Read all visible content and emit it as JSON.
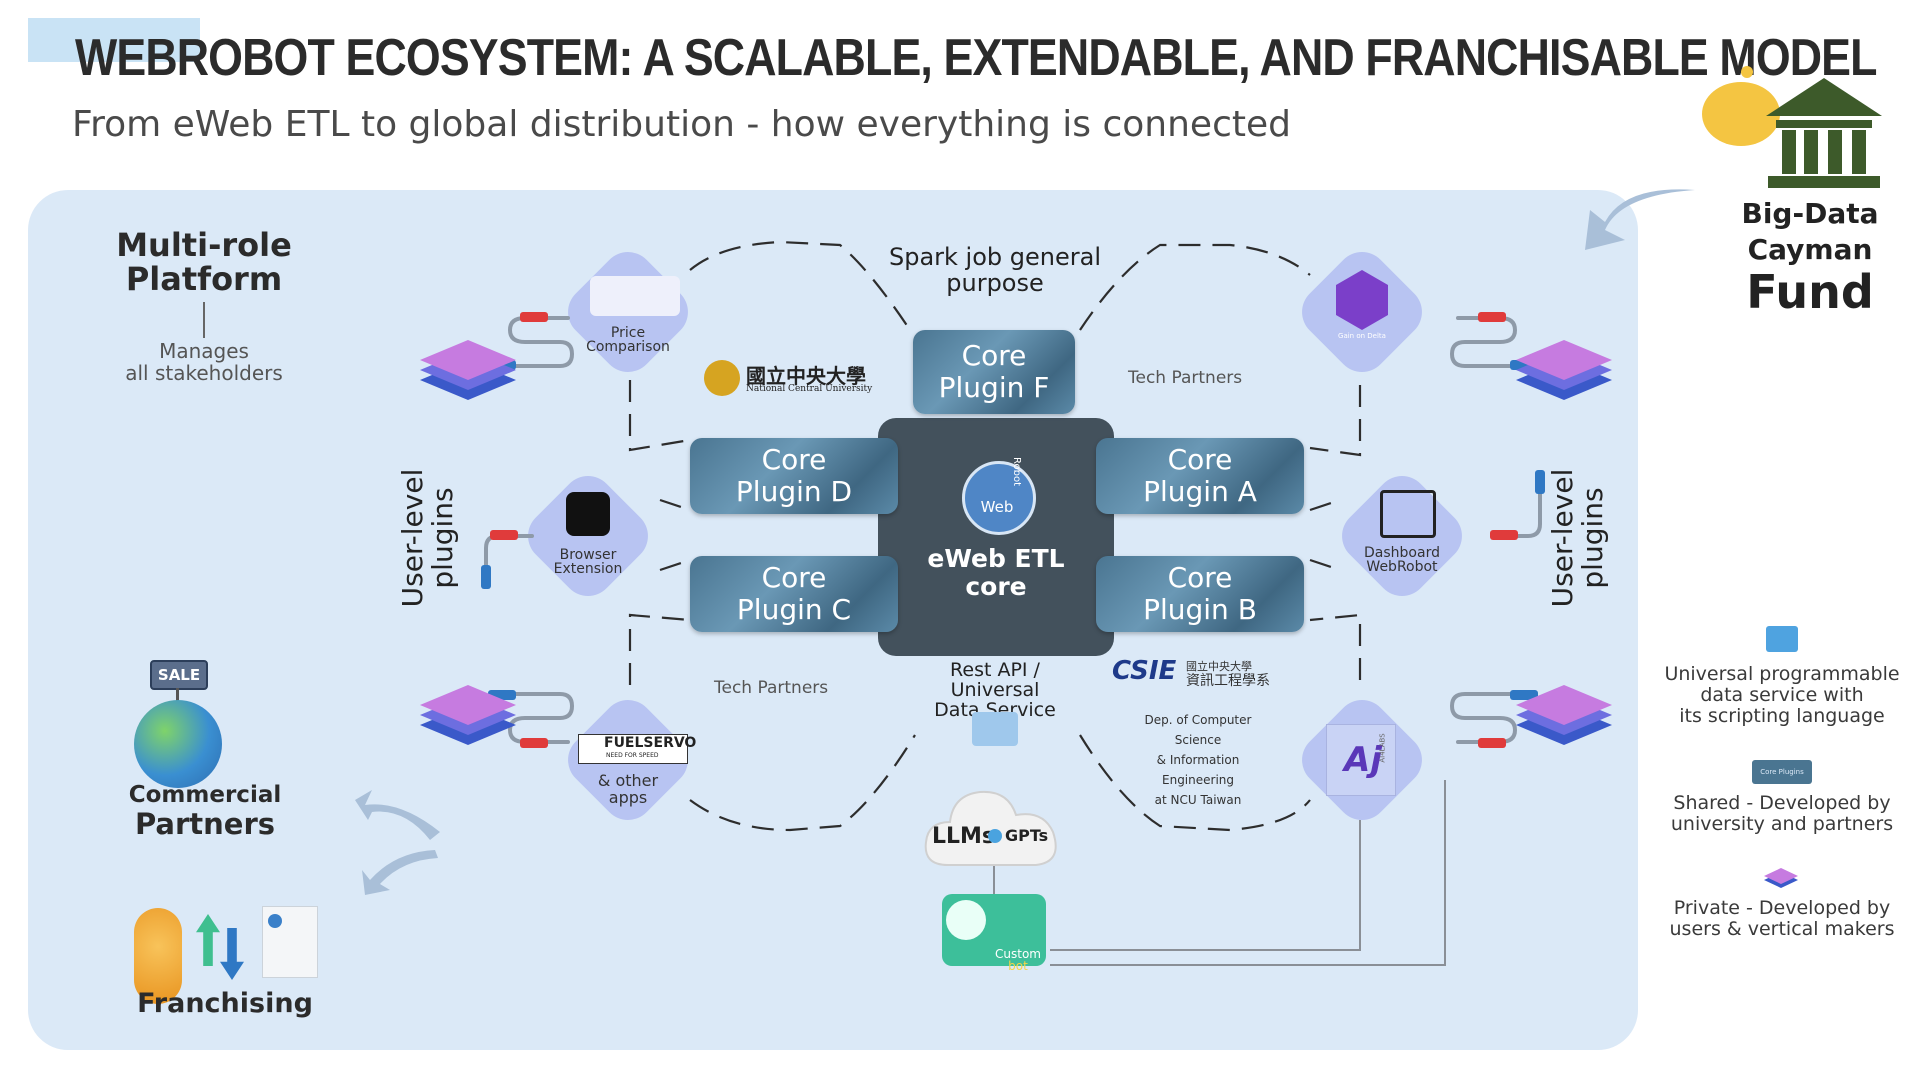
{
  "header": {
    "title": "WEBROBOT ECOSYSTEM: A SCALABLE, EXTENDABLE, AND FRANCHISABLE MODEL",
    "subtitle": "From eWeb ETL to global distribution - how everything is connected"
  },
  "fund": {
    "line1": "Big-Data",
    "line2": "Cayman",
    "line3": "Fund"
  },
  "platform": {
    "title_line1": "Multi-role",
    "title_line2": "Platform",
    "desc_line1": "Manages",
    "desc_line2": "all stakeholders"
  },
  "core": {
    "logo_text": "Web",
    "logo_sub": "Robot",
    "label_line1": "eWeb ETL",
    "label_line2": "core",
    "spark_line1": "Spark job general",
    "spark_line2": "purpose",
    "rest_line1": "Rest API /",
    "rest_line2": "Universal",
    "rest_line3": "Data Service",
    "plugins": {
      "f": {
        "line1": "Core",
        "line2": "Plugin F"
      },
      "d": {
        "line1": "Core",
        "line2": "Plugin D"
      },
      "c": {
        "line1": "Core",
        "line2": "Plugin C"
      },
      "a": {
        "line1": "Core",
        "line2": "Plugin A"
      },
      "b": {
        "line1": "Core",
        "line2": "Plugin B"
      }
    }
  },
  "tech_partners_top": "Tech Partners",
  "tech_partners_bottom": "Tech Partners",
  "user_level_left_1": "User-level",
  "user_level_left_2": "plugins",
  "user_level_right_1": "User-level",
  "user_level_right_2": "plugins",
  "apps": {
    "price_line1": "Price",
    "price_line2": "Comparison",
    "browser_line1": "Browser",
    "browser_line2": "Extension",
    "fuel_brand": "FUELSERVO",
    "fuel_tag": "NEED FOR SPEED",
    "fuel_line1": "& other",
    "fuel_line2": "apps",
    "gain_label": "Gain on Delta",
    "dashboard_line1": "Dashboard",
    "dashboard_line2": "WebRobot",
    "ai_brand": "AI4LABS"
  },
  "ncu": {
    "name_cn": "國立中央大學",
    "name_en": "National Central University"
  },
  "csie": {
    "logo": "CSIE",
    "cn_line1": "國立中央大學",
    "cn_line2": "資訊工程學系",
    "en_line1": "Dep. of Computer Science",
    "en_line2": "& Information Engineering",
    "en_line3": "at NCU Taiwan"
  },
  "cloud": {
    "llm": "LLMs",
    "gpts": "GPTs"
  },
  "bot": {
    "line1": "Custom",
    "line2": "bot"
  },
  "commercial": {
    "sale": "SALE",
    "line1": "Commercial",
    "line2": "Partners"
  },
  "franchising": "Franchising",
  "legend": {
    "universal_line1": "Universal programmable",
    "universal_line2": "data service with",
    "universal_line3": "its scripting language",
    "core_icon_text": "Core Plugins",
    "shared_line1": "Shared - Developed by",
    "shared_line2": "university and partners",
    "private_line1": "Private - Developed by",
    "private_line2": "users & vertical makers"
  },
  "colors": {
    "panel": "#dbe9f7",
    "diamond": "#b8c4f2",
    "core": "#43515c",
    "plugin": "#5b8aa8",
    "fund_green": "#3d5a2a",
    "piggy": "#f4c542"
  }
}
